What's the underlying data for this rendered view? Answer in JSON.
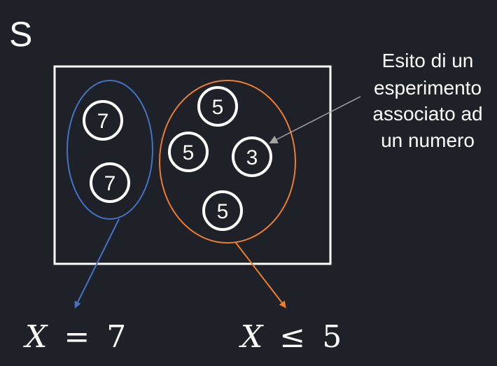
{
  "set_label": "S",
  "annotation": {
    "lines": [
      "Esito di un",
      "esperimento",
      "associato ad",
      "un numero"
    ]
  },
  "outcomes_group_left": [
    "7",
    "7"
  ],
  "outcomes_group_right": [
    "5",
    "5",
    "3",
    "5"
  ],
  "events": {
    "left": {
      "var": "X",
      "op": "=",
      "value": "7"
    },
    "right": {
      "var": "X",
      "op": "≤",
      "value": "5"
    }
  },
  "colors": {
    "background": "#1e2128",
    "foreground": "#ffffff",
    "left_group": "#4472c4",
    "right_group": "#ed7d31",
    "annotation_arrow": "#a6a6a6"
  }
}
